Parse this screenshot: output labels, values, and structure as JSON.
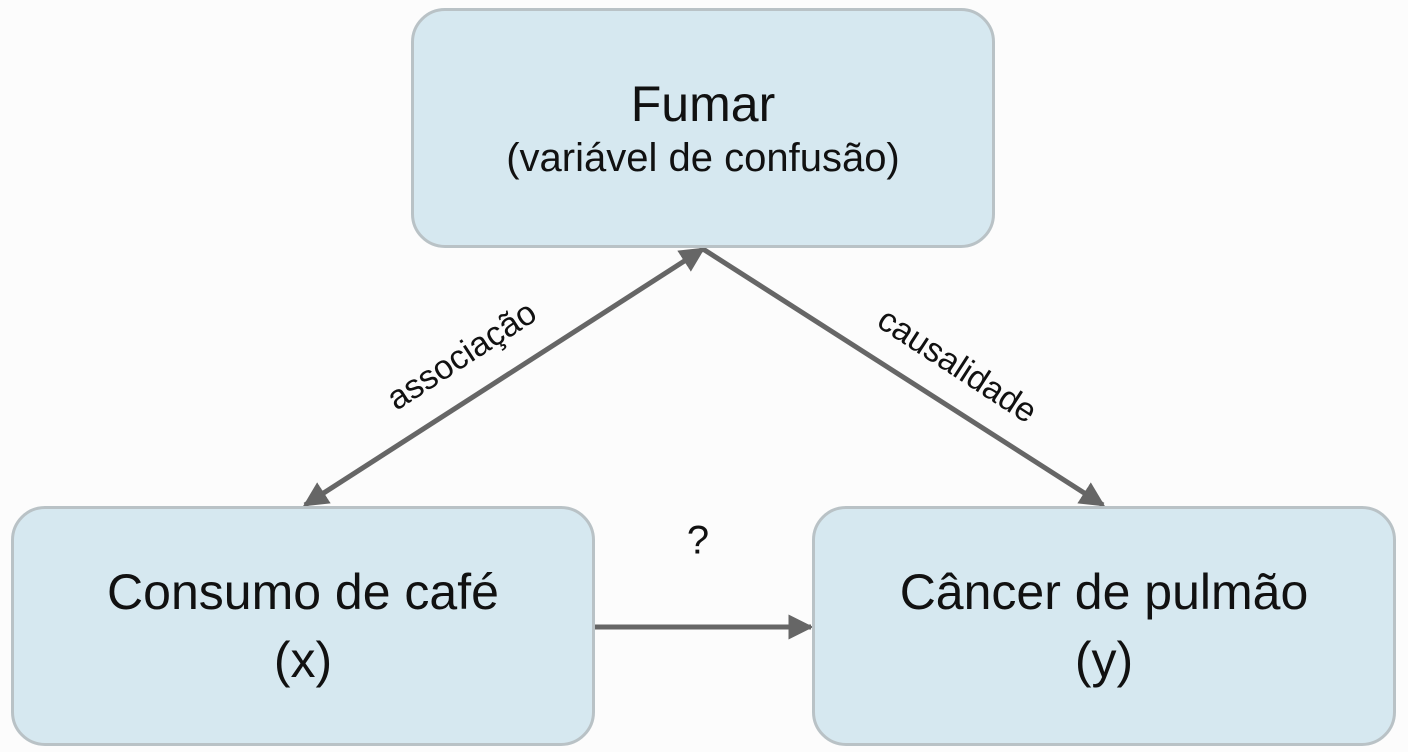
{
  "diagram": {
    "nodes": {
      "confounder": {
        "title": "Fumar",
        "subtitle": "(variável de confusão)"
      },
      "exposure": {
        "title": "Consumo de café",
        "subtitle": "(x)"
      },
      "outcome": {
        "title": "Câncer de pulmão",
        "subtitle": "(y)"
      }
    },
    "edges": {
      "association": {
        "label": "associação",
        "from": "confounder",
        "to": "exposure",
        "direction": "bidirectional"
      },
      "causality": {
        "label": "causalidade",
        "from": "confounder",
        "to": "outcome",
        "direction": "directed"
      },
      "unknown": {
        "label": "?",
        "from": "exposure",
        "to": "outcome",
        "direction": "directed"
      }
    },
    "colors": {
      "node_fill": "#d6e8f0",
      "node_border": "#b9c2c6",
      "arrow": "#666666",
      "text": "#111111"
    }
  }
}
